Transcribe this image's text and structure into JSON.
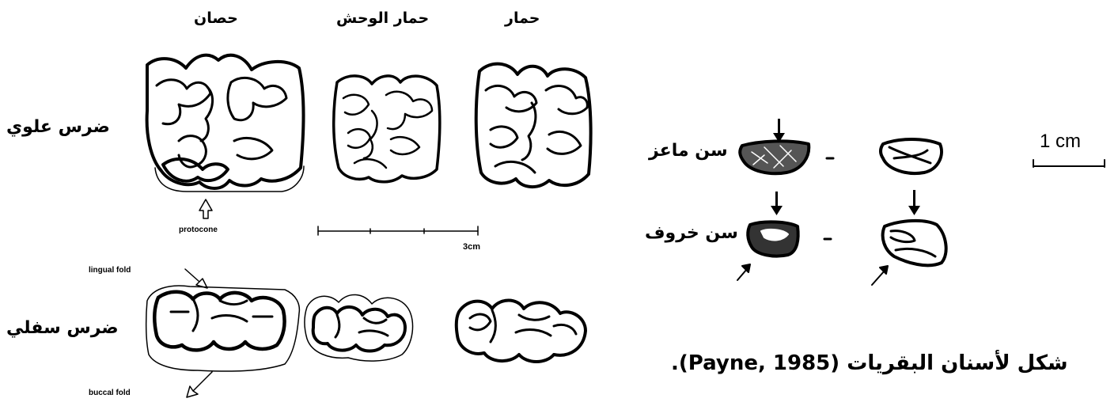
{
  "column_labels": {
    "horse": "حصان",
    "wild_ass": "حمار الوحش",
    "donkey": "حمار"
  },
  "row_labels": {
    "upper_molar": "ضرس علوي",
    "lower_molar": "ضرس سفلي",
    "goat_tooth": "سن ماعز",
    "sheep_tooth": "سن خروف"
  },
  "annotations": {
    "protocone": "protocone",
    "lingual_fold": "lingual fold",
    "buccal_fold": "buccal fold"
  },
  "scale_bars": {
    "equid_scale": "3cm",
    "caprine_scale": "1  cm"
  },
  "caption": "شكل لأسنان البقريات (Payne, 1985).",
  "colors": {
    "ink": "#000000",
    "background": "#ffffff"
  },
  "icons": [
    "down-arrow-icon",
    "up-arrow-icon",
    "diagonal-arrow-icon"
  ]
}
